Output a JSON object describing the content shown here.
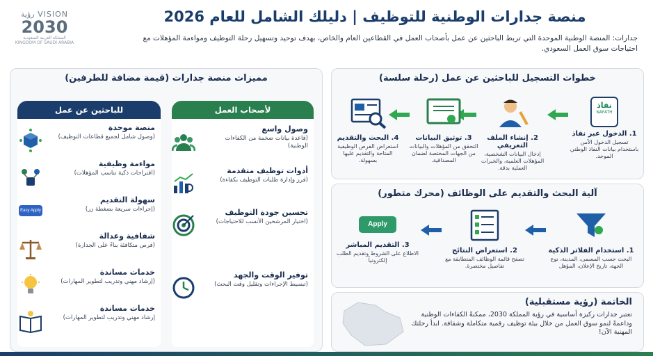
{
  "logo": {
    "vision": "VISION رؤية",
    "year": "2030",
    "sub_ar": "المملكة العربية السعودية",
    "sub_en": "KINGDOM OF SAUDI ARABIA"
  },
  "title": "منصة جدارات الوطنية للتوظيف | دليلك الشامل للعام 2026",
  "intro": "جدارات: المنصة الوطنية الموحدة التي تربط الباحثين عن عمل بأصحاب العمل في القطاعين العام والخاص، بهدف توحيد وتسهيل رحلة التوظيف ومواءمة المؤهلات مع احتياجات سوق العمل السعودي.",
  "features": {
    "title": "مميزات منصة جدارات (قيمة مضافة للطرفين)",
    "employers": {
      "label": "لأصحاب العمل",
      "items": [
        {
          "h": "وصول واسع",
          "d": "(قاعدة بيانات ضخمة من الكفاءات الوطنية)",
          "icon": "people-group-icon"
        },
        {
          "h": "أدوات توظيف متقدمة",
          "d": "(فرز وإدارة طلبات التوظيف بكفاءة)",
          "icon": "analytics-chart-icon"
        },
        {
          "h": "تحسين جودة التوظيف",
          "d": "(اختيار المرشحين الأنسب للاحتياجات)",
          "icon": "target-icon"
        },
        {
          "h": "توفير الوقت والجهد",
          "d": "(تبسيط الإجراءات وتقليل وقت البحث)",
          "icon": "clock-icon"
        }
      ]
    },
    "seekers": {
      "label": "للباحثين عن عمل",
      "items": [
        {
          "h": "منصة موحدة",
          "d": "(وصول شامل لجميع قطاعات التوظيف)",
          "icon": "cube-network-icon"
        },
        {
          "h": "مواءمة وظيفية",
          "d": "(اقتراحات ذكية تناسب المؤهلات)",
          "icon": "ai-match-icon"
        },
        {
          "h": "سهولة التقديم",
          "d": "(إجراءات سريعة بضغطة زر)",
          "icon": "easy-apply-icon",
          "badge": "Easy Apply"
        },
        {
          "h": "شفافية وعدالة",
          "d": "(فرص متكافئة بناءً على الجدارة)",
          "icon": "scales-icon"
        },
        {
          "h": "خدمات مساندة",
          "d": "(إرشاد مهني وتدريب لتطوير المهارات)",
          "icon": "lightbulb-icon"
        },
        {
          "h": "خدمات مساندة",
          "d": "إرشاد مهني وتدريب لتطوير المهارات)",
          "icon": "book-icon"
        }
      ]
    }
  },
  "steps": {
    "title": "خطوات التسجيل للباحثين عن عمل (رحلة سلسة)",
    "items": [
      {
        "h": "1. الدخول عبر نفاذ",
        "d": "تسجيل الدخول الآمن باستخدام بيانات النفاذ الوطني الموحد.",
        "icon": "nafath-icon",
        "badge": "نفاذ",
        "badge_en": "NAFATH"
      },
      {
        "h": "2. إنشاء الملف التعريفي",
        "d": "إدخال البيانات الشخصية، المؤهلات العلمية، والخبرات العملية بدقة.",
        "icon": "profile-edit-icon"
      },
      {
        "h": "3. توثيق البيانات",
        "d": "التحقق من المؤهلات والبيانات من الجهات المختصة لضمان المصداقية.",
        "icon": "certificate-icon"
      },
      {
        "h": "4. البحث والتقديم",
        "d": "استعراض الفرص الوظيفية المتاحة والتقديم عليها بسهولة.",
        "icon": "search-web-icon"
      }
    ]
  },
  "mechanism": {
    "title": "آلية البحث والتقديم على الوظائف (محرك متطور)",
    "items": [
      {
        "h": "1. استخدام الفلاتر الذكية",
        "d": "البحث حسب المسمى، المدينة، نوع الجهة، تاريخ الإعلان، المؤهل",
        "icon": "filter-funnel-icon"
      },
      {
        "h": "2. استعراض النتائج",
        "d": "تصفح قائمة الوظائف المتطابقة مع تفاصيل مختصرة.",
        "icon": "results-list-icon"
      },
      {
        "h": "3. التقديم المباشر",
        "d": "الاطلاع على الشروط وتقديم الطلب إلكترونياً",
        "icon": "apply-button-icon",
        "badge": "Apply"
      }
    ]
  },
  "conclusion": {
    "title": "الخاتمة (رؤية مستقبلية)",
    "text": "تعتبر جدارات ركيزة أساسية في رؤية المملكة 2030، ممكنةً الكفاءات الوطنية وداعمةً لنمو سوق العمل من خلال بيئة توظيف رقمية متكاملة وشفافة. ابدأ رحلتك المهنية الآن!"
  },
  "colors": {
    "navy": "#1b3d6b",
    "green": "#2a7f4f",
    "arrow_green": "#2fa84f",
    "arrow_blue": "#1f5fa8"
  }
}
